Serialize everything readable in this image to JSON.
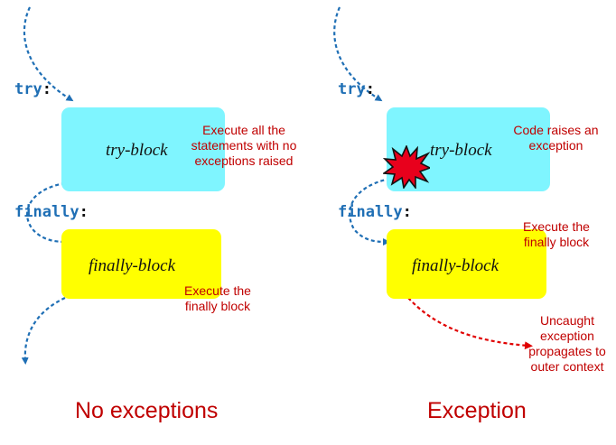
{
  "colors": {
    "try_block": "#7ff5ff",
    "finally_block": "#ffff00",
    "flow_arrow": "#1f6fb5",
    "exception_arrow": "#e00000",
    "note_text": "#c00000",
    "keyword": "#1f6fb5"
  },
  "left": {
    "try_keyword": "try",
    "finally_keyword": "finally",
    "colon": ":",
    "try_block_label": "try-block",
    "finally_block_label": "finally-block",
    "note_try": [
      "Execute all the",
      "statements with no",
      "exceptions raised"
    ],
    "note_finally": [
      "Execute the",
      "finally block"
    ],
    "caption": "No exceptions"
  },
  "right": {
    "try_keyword": "try",
    "finally_keyword": "finally",
    "colon": ":",
    "try_block_label": "try-block",
    "finally_block_label": "finally-block",
    "note_try": [
      "Code raises an",
      "exception"
    ],
    "note_finally": [
      "Execute the",
      "finally block"
    ],
    "note_uncaught": [
      "Uncaught",
      "exception",
      "propagates to",
      "outer context"
    ],
    "caption": "Exception",
    "explosion_icon": "red-starburst"
  }
}
